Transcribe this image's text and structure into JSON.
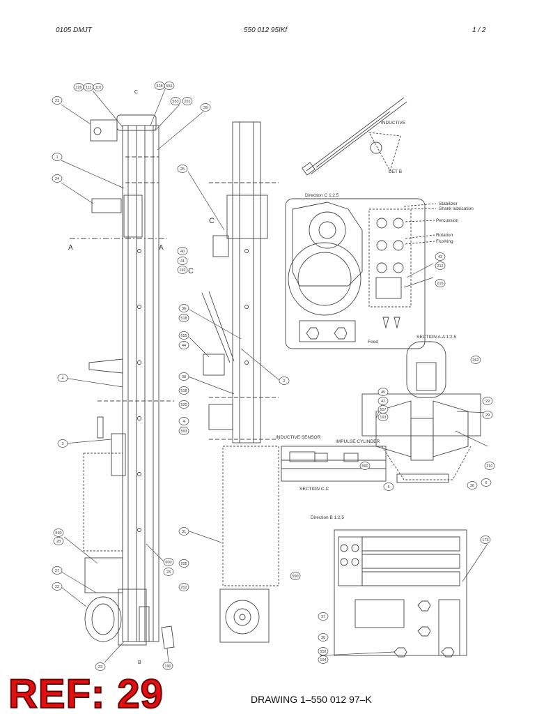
{
  "header": {
    "left": "0105 DMJT",
    "center": "550 012 95IKf",
    "right": "1 /  2"
  },
  "drawing_labels": {
    "inductive": "INDUCTIVE",
    "det_b": "DET B",
    "direction_c": "Direction C 1:2,5",
    "stabilizer": "Stabilizer",
    "shank_lubrication": "Shank lubrication",
    "percussion": "Percussion",
    "rotation": "Rotation",
    "flushing": "Flushing",
    "feed": "Feed",
    "section_aa": "SECTION A-A 1:2,5",
    "inductive_sensor": "INDUCTIVE SENSOR",
    "impulse_cylinder": "IMPULSE CYLINDER",
    "section_cc": "SECTION C-C",
    "direction_b": "Direction B 1:2,5",
    "marker_a": "A",
    "marker_c": "C",
    "marker_b": "B"
  },
  "balloons": {
    "b226": "226",
    "b111": "111",
    "b110": "110",
    "b328": "328",
    "b556": "556",
    "b553": "553",
    "b201": "201",
    "b39": "39",
    "b21": "21",
    "b1": "1",
    "b24": "24",
    "b25": "25",
    "b40": "40",
    "b41": "41",
    "b192": "192",
    "b36": "36",
    "b518": "518",
    "b555": "555",
    "b44": "44",
    "b38": "38",
    "b4": "4",
    "b593": "593",
    "b2": "2",
    "b3": "3",
    "b590": "590",
    "b28": "28",
    "b31": "31",
    "b600": "600",
    "b23": "23",
    "b27": "27",
    "b22": "22",
    "b205": "205",
    "b202": "202",
    "b190": "190",
    "b520": "520",
    "b45": "45",
    "b42": "42",
    "b557": "557",
    "b193": "193",
    "b29": "29",
    "b291": "291",
    "b5": "5",
    "b173": "173",
    "b37": "37",
    "b30": "30",
    "b552": "552",
    "b194": "194",
    "b43": "43",
    "b212": "212",
    "b216": "216",
    "b262": "262",
    "b6": "6"
  },
  "ref_label": "REF: 29",
  "caption": "DRAWING 1–550 012 97–K"
}
